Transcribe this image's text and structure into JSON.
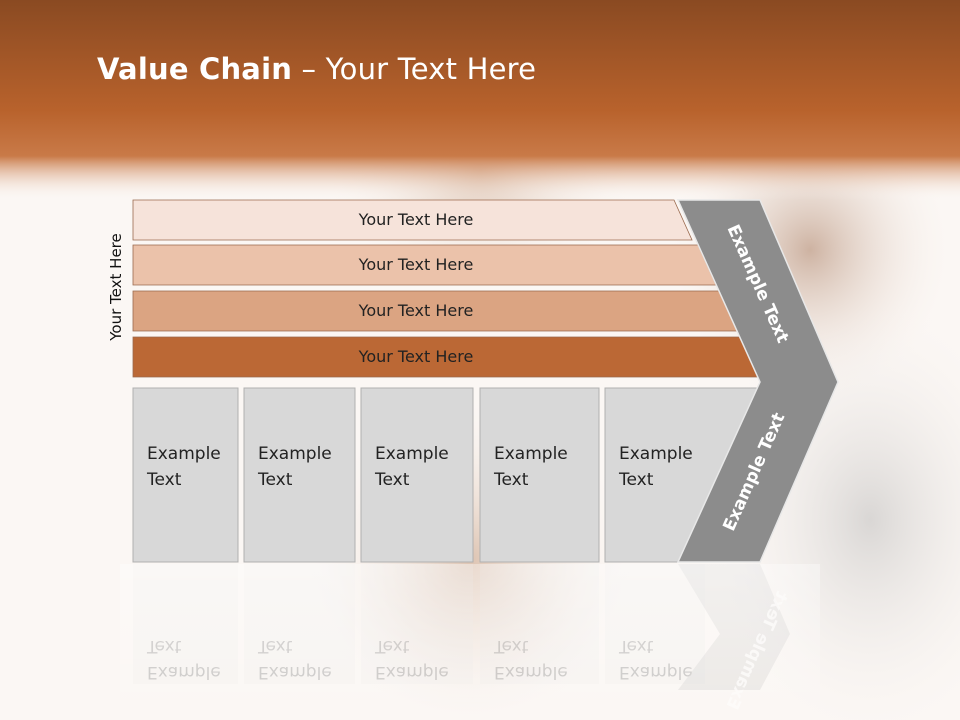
{
  "slide": {
    "title_bold": "Value Chain",
    "title_rest": " – Your Text Here",
    "side_label": "Your Text Here"
  },
  "bars": [
    {
      "label": "Your Text Here",
      "color": "#f6e3da"
    },
    {
      "label": "Your Text Here",
      "color": "#ebc2aa"
    },
    {
      "label": "Your Text Here",
      "color": "#dba482"
    },
    {
      "label": "Your Text Here",
      "color": "#bb6835"
    }
  ],
  "boxes": [
    {
      "line1": "Example",
      "line2": "Text"
    },
    {
      "line1": "Example",
      "line2": "Text"
    },
    {
      "line1": "Example",
      "line2": "Text"
    },
    {
      "line1": "Example",
      "line2": "Text"
    },
    {
      "line1": "Example",
      "line2": "Text"
    }
  ],
  "chevron": {
    "upper_label": "Example Text",
    "lower_label": "Example Text",
    "color": "#8c8c8c"
  },
  "colors": {
    "header": "#b8622c",
    "box_fill": "#d8d8d8"
  }
}
